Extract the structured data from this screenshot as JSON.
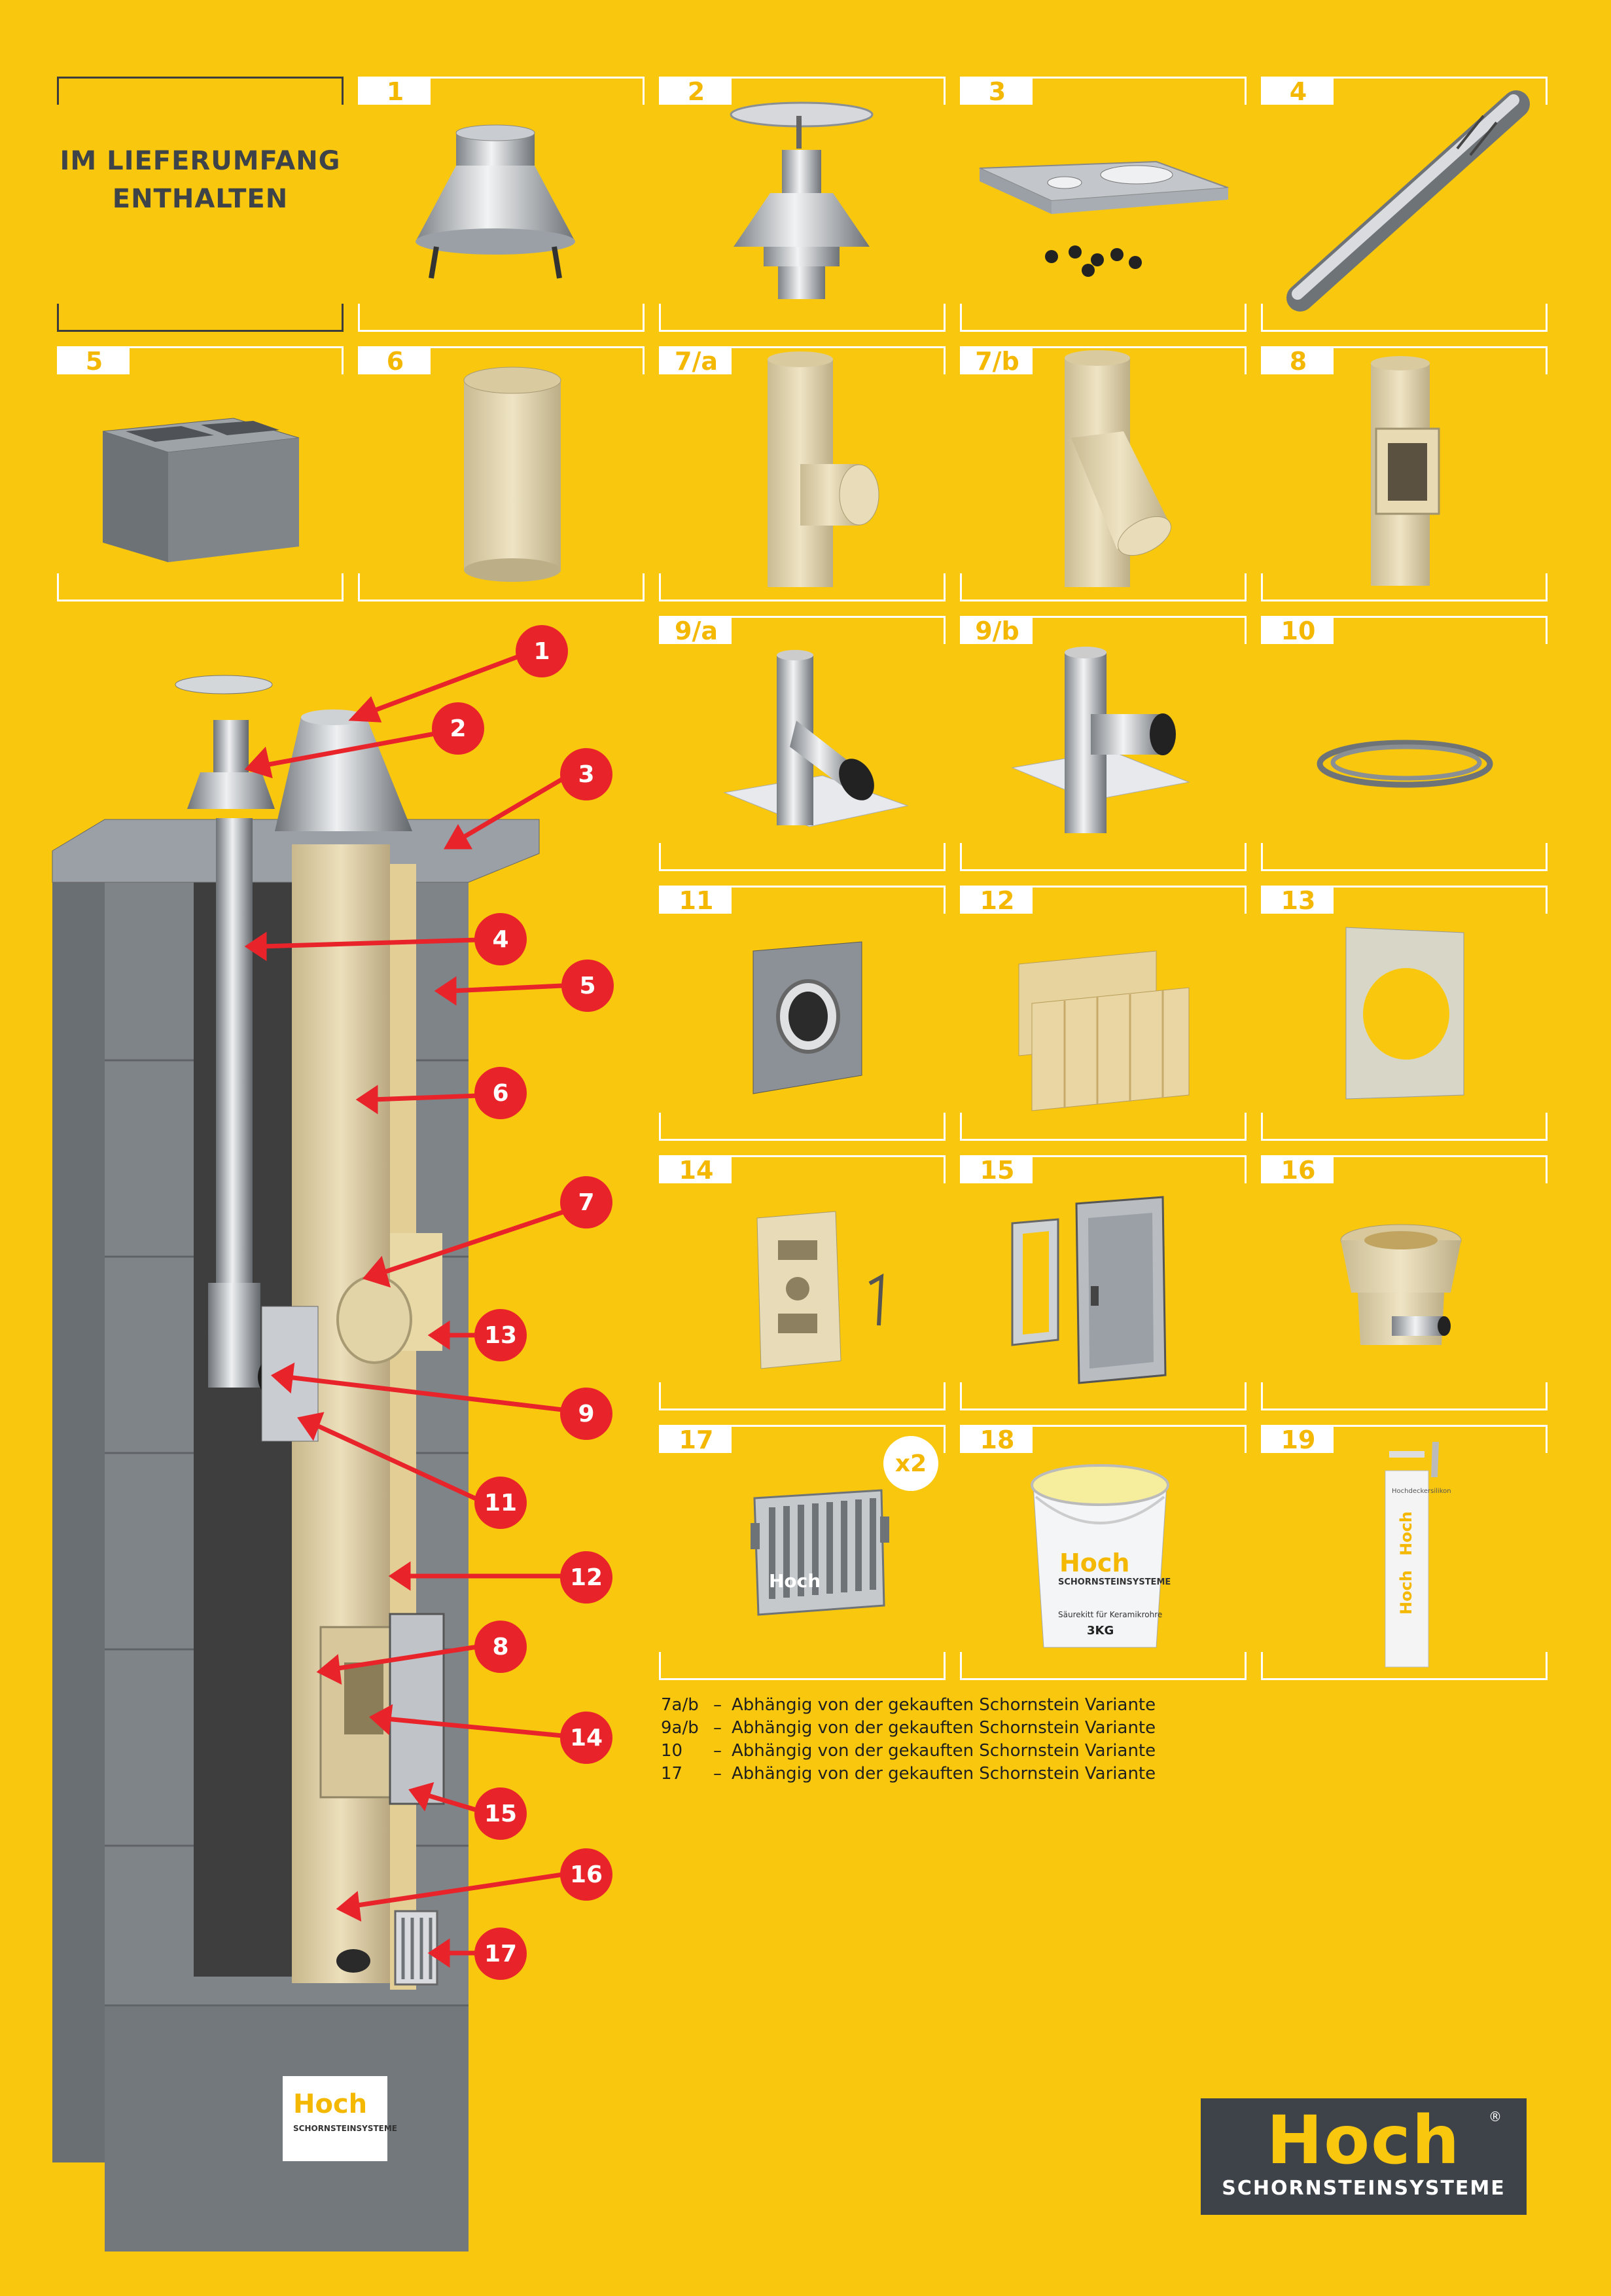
{
  "intro": {
    "title_line1": "IM LIEFERUMFANG",
    "title_line2": "ENTHALTEN"
  },
  "cells": [
    {
      "label": "1"
    },
    {
      "label": "2"
    },
    {
      "label": "3"
    },
    {
      "label": "4"
    },
    {
      "label": "5"
    },
    {
      "label": "6"
    },
    {
      "label": "7/a"
    },
    {
      "label": "7/b"
    },
    {
      "label": "8"
    },
    {
      "label": "9/a"
    },
    {
      "label": "9/b"
    },
    {
      "label": "10"
    },
    {
      "label": "11"
    },
    {
      "label": "12"
    },
    {
      "label": "13"
    },
    {
      "label": "14"
    },
    {
      "label": "15"
    },
    {
      "label": "16"
    },
    {
      "label": "17"
    },
    {
      "label": "18"
    },
    {
      "label": "19"
    }
  ],
  "multiplier": "x2",
  "notes": [
    {
      "key": "7a/b",
      "dash": "–",
      "text": "Abhängig von der gekauften Schornstein Variante"
    },
    {
      "key": "9a/b",
      "dash": "–",
      "text": "Abhängig von der gekauften Schornstein Variante"
    },
    {
      "key": "10",
      "dash": "–",
      "text": "Abhängig von der gekauften Schornstein Variante"
    },
    {
      "key": "17",
      "dash": "–",
      "text": "Abhängig von der gekauften Schornstein Variante"
    }
  ],
  "callouts": [
    "1",
    "2",
    "3",
    "4",
    "5",
    "6",
    "7",
    "13",
    "9",
    "11",
    "12",
    "8",
    "14",
    "15",
    "16",
    "17"
  ],
  "bucket": {
    "brand": "Hoch",
    "sub": "SCHORNSTEINSYSTEME",
    "line": "Säurekitt für Keramikrohre",
    "weight": "3KG"
  },
  "grate_brand": "Hoch",
  "tube_brand": "Hoch",
  "tube_text": "Hochdeckersilikon",
  "plate": {
    "brand": "Hoch",
    "sub": "SCHORNSTEINSYSTEME"
  },
  "logo": {
    "brand": "Hoch",
    "sub": "SCHORNSTEINSYSTEME",
    "reg": "®"
  },
  "colors": {
    "background": "#f9c80e",
    "badge": "#e8242a",
    "logo_bg": "#3d4348",
    "tag_text": "#f5b800"
  }
}
